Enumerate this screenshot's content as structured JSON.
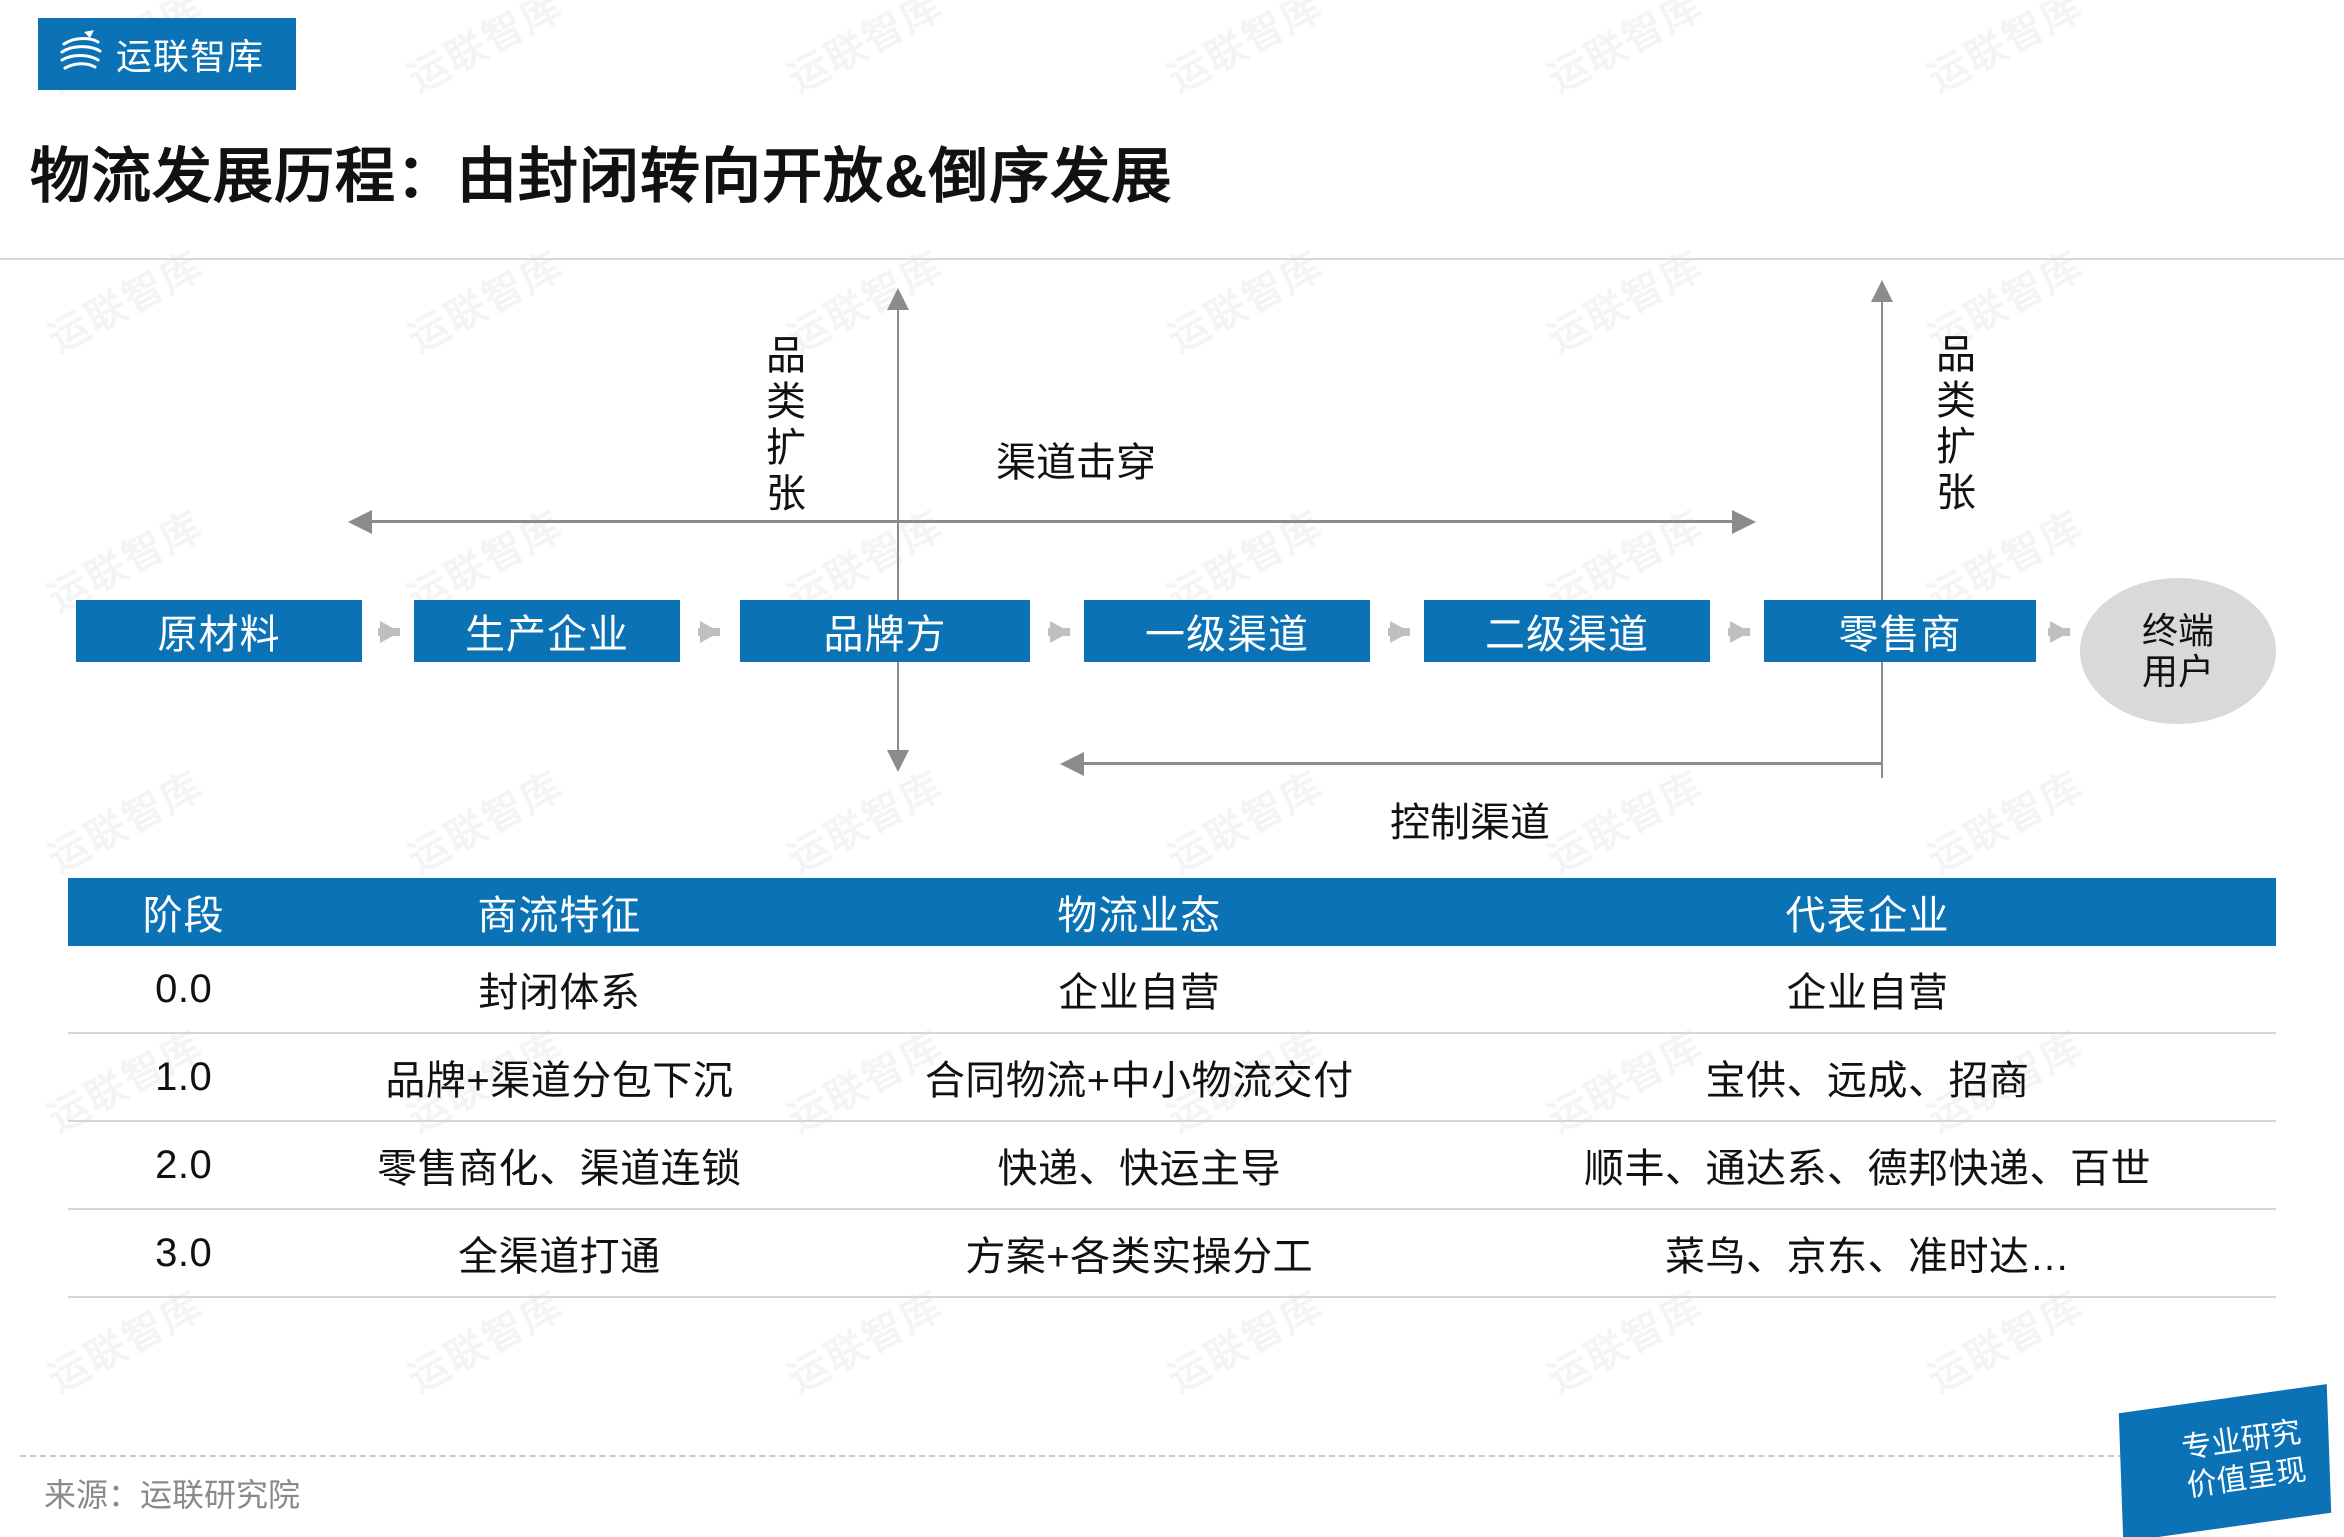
{
  "brand": {
    "logo_text": "运联智库",
    "logo_icon": "swoosh-globe-icon",
    "accent_color": "#0a72b5",
    "gray_color": "#8c8c8c"
  },
  "title": "物流发展历程：由封闭转向开放&倒序发展",
  "diagram": {
    "left_axis_label": "品类扩张",
    "right_axis_label": "品类扩张",
    "top_arrow_label": "渠道击穿",
    "bottom_arrow_label": "控制渠道",
    "chain": [
      {
        "label": "原材料"
      },
      {
        "label": "生产企业"
      },
      {
        "label": "品牌方"
      },
      {
        "label": "一级渠道"
      },
      {
        "label": "二级渠道"
      },
      {
        "label": "零售商"
      }
    ],
    "end_node": {
      "line1": "终端",
      "line2": "用户"
    }
  },
  "table": {
    "headers": [
      "阶段",
      "商流特征",
      "物流业态",
      "代表企业"
    ],
    "rows": [
      {
        "stage": "0.0",
        "commerce": "封闭体系",
        "logistics": "企业自营",
        "companies": "企业自营"
      },
      {
        "stage": "1.0",
        "commerce": "品牌+渠道分包下沉",
        "logistics": "合同物流+中小物流交付",
        "companies": "宝供、远成、招商"
      },
      {
        "stage": "2.0",
        "commerce": "零售商化、渠道连锁",
        "logistics": "快递、快运主导",
        "companies": "顺丰、通达系、德邦快递、百世"
      },
      {
        "stage": "3.0",
        "commerce": "全渠道打通",
        "logistics": "方案+各类实操分工",
        "companies": "菜鸟、京东、准时达…"
      }
    ]
  },
  "footer": {
    "source": "来源：运联研究院",
    "badge_line1": "专业研究",
    "badge_line2": "价值呈现"
  },
  "watermark": "运联智库"
}
